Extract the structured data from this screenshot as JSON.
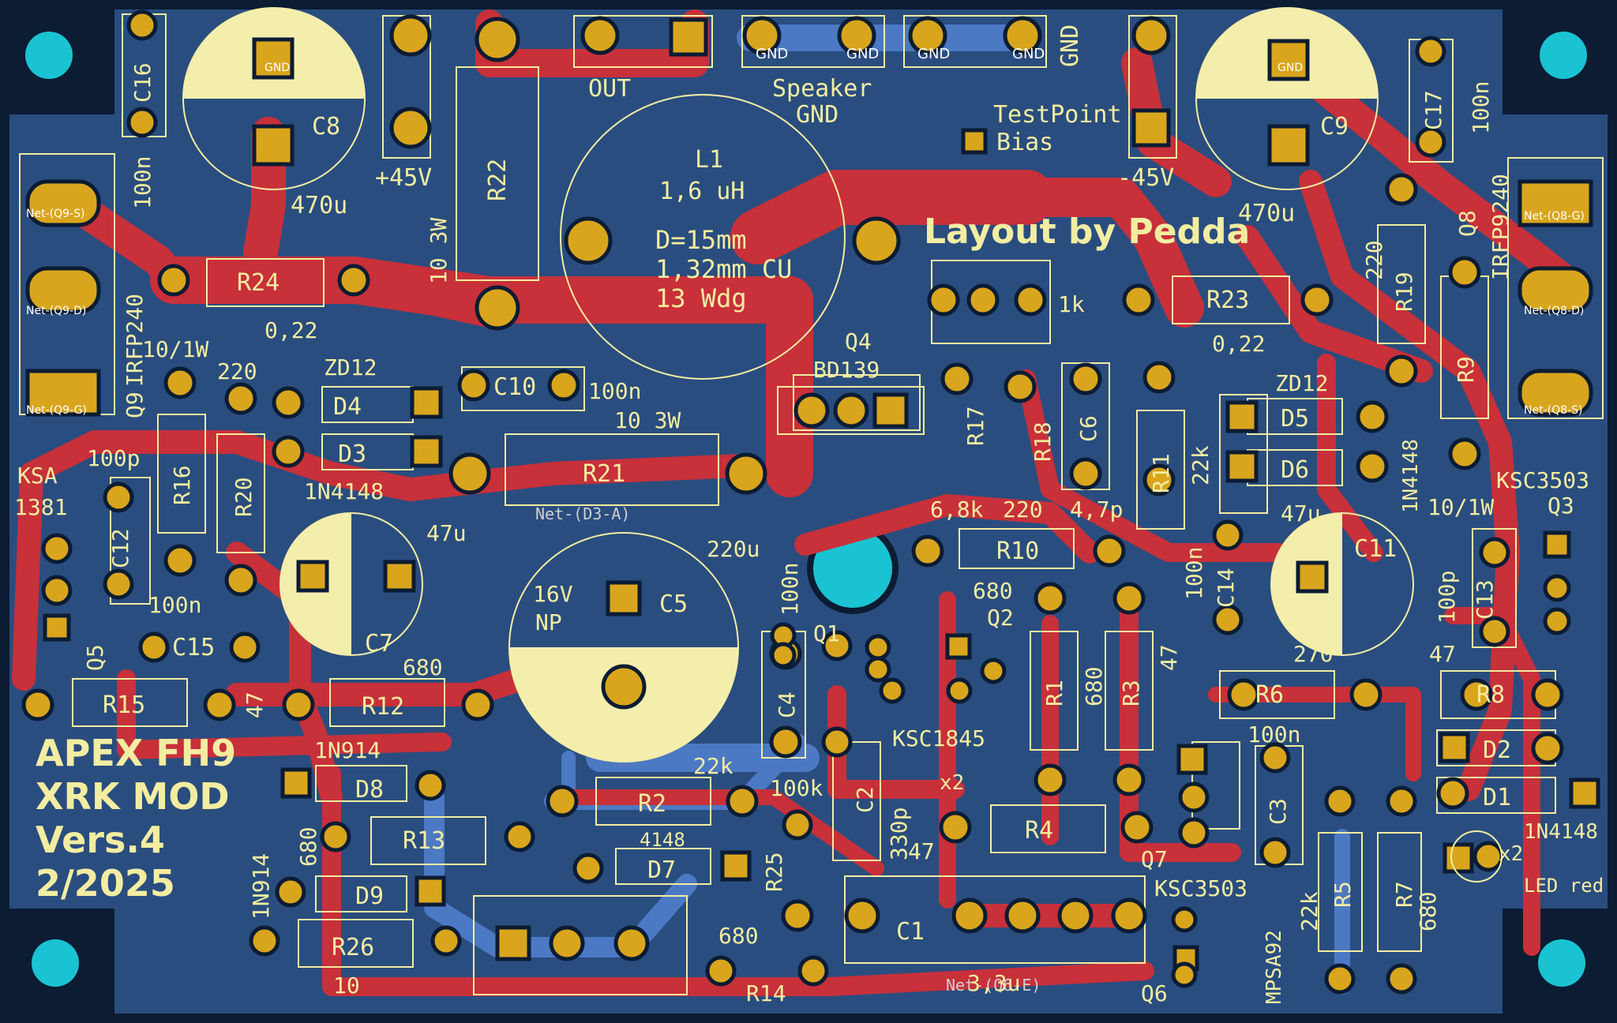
{
  "board": {
    "colors": {
      "substrate": "#2a4d7f",
      "copper_top": "#c8303a",
      "copper_bottom": "#4c79c4",
      "pad": "#d9a51c",
      "silk": "#f2eda1",
      "hole": "#1ac3d2",
      "edge": "#0b1c33",
      "cap_fill": "#f4eead"
    }
  },
  "title_block": {
    "line1": "APEX FH9",
    "line2": "XRK  MOD",
    "line3": "Vers.4",
    "line4": "2/2025"
  },
  "credit": "Layout by Pedda",
  "inductor": {
    "ref": "L1",
    "value": "1,6 uH",
    "spec1": "D=15mm",
    "spec2": "1,32mm CU",
    "spec3": "13 Wdg"
  },
  "labels": {
    "out": "OUT",
    "speaker": "Speaker",
    "gnd": "GND",
    "gnd_vertical": "GND",
    "testpoint": "TestPoint",
    "bias": "Bias",
    "plus45": "+45V",
    "minus45": "-45V",
    "led": "LED red",
    "x2": "x2",
    "net_d3a": "Net-(D3-A)",
    "net_q6e": "Net-(Q6-E)"
  },
  "pad_labels": {
    "gnd": "GND",
    "q9s": "Net-(Q9-S)",
    "q9d": "Net-(Q9-D)",
    "q9g": "Net-(Q9-G)",
    "q8g": "Net-(Q8-G)",
    "q8d": "Net-(Q8-D)",
    "q8s": "Net-(Q8-S)"
  },
  "components": {
    "C16": "C16",
    "C8": "C8",
    "R22": "R22",
    "R24": "R24",
    "R21": "R21",
    "R23": "R23",
    "R19": "R19",
    "R9": "R9",
    "C9": "C9",
    "C17": "C17",
    "Q9": "Q9",
    "IRFP240": "IRFP240",
    "Q8": "Q8",
    "IRFP9240": "IRFP9240",
    "C10": "C10",
    "D4": "D4",
    "D3": "D3",
    "ZD12a": "ZD12",
    "ZD12b": "ZD12",
    "Q4": "Q4",
    "BD139": "BD139",
    "R17": "R17",
    "R18": "R18",
    "C6": "C6",
    "R11": "R11",
    "D5": "D5",
    "D6": "D6",
    "R16": "R16",
    "R20": "R20",
    "C12": "C12",
    "KSA": "KSA",
    "n1381": "1381",
    "Q5": "Q5",
    "C15": "C15",
    "R15": "R15",
    "R12": "R12",
    "C7": "C7",
    "C5": "C5",
    "Q1": "Q1",
    "Q2": "Q2",
    "R10": "R10",
    "R1": "R1",
    "R3": "R3",
    "C4": "C4",
    "C14": "C14",
    "C11": "C11",
    "C13": "C13",
    "Q3": "Q3",
    "KSC3503a": "KSC3503",
    "R6": "R6",
    "R8": "R8",
    "KSC1845": "KSC1845",
    "D8": "D8",
    "R13": "R13",
    "D9": "D9",
    "R26": "R26",
    "R2": "R2",
    "D7": "D7",
    "R25": "R25",
    "C2": "C2",
    "C1": "C1",
    "R14": "R14",
    "R4": "R4",
    "Q7": "Q7",
    "KSC3503b": "KSC3503",
    "Q6": "Q6",
    "MPSA92": "MPSA92",
    "C3": "C3",
    "D2": "D2",
    "D1": "D1",
    "R5": "R5",
    "R7": "R7",
    "n1N4148a": "1N4148",
    "n1N4148b": "1N4148",
    "n1N4148c": "1N4148",
    "n1N914a": "1N914",
    "n1N914b": "1N914",
    "n4148": "4148"
  },
  "values": {
    "v100n_a": "100n",
    "v470u_a": "470u",
    "v10_3W_a": "10 3W",
    "v0_22_a": "0,22",
    "v10_1W_a": "10/1W",
    "v220_a": "220",
    "v100p_a": "100p",
    "v100n_b": "100n",
    "v10_3W_b": "10 3W",
    "v47u_a": "47u",
    "v220u": "220u",
    "v16V": "16V",
    "vNP": "NP",
    "v100n_c": "100n",
    "v680_a": "680",
    "v100n_d": "100n",
    "v47_a": "47",
    "v6_8k": "6,8k",
    "v220_b": "220",
    "v4_7p": "4,7p",
    "v22k_a": "22k",
    "v1k": "1k",
    "v680_b": "680",
    "v680_c": "680",
    "v47_b": "47",
    "v100n_e": "100n",
    "v47u_b": "47u",
    "v100p_b": "100p",
    "v270": "270",
    "v47_c": "47",
    "v10_1W_b": "10/1W",
    "v220_c": "220",
    "v0_22_b": "0,22",
    "v470u_b": "470u",
    "v100n_f": "100n",
    "v22k_b": "22k",
    "v100k": "100k",
    "v330p": "330p",
    "v47_d": "47",
    "v680_d": "680",
    "v10": "10",
    "v3_3u": "3,3u",
    "v100n_g": "100n",
    "v22k_c": "22k",
    "v680_e": "680",
    "v680_f": "680"
  }
}
